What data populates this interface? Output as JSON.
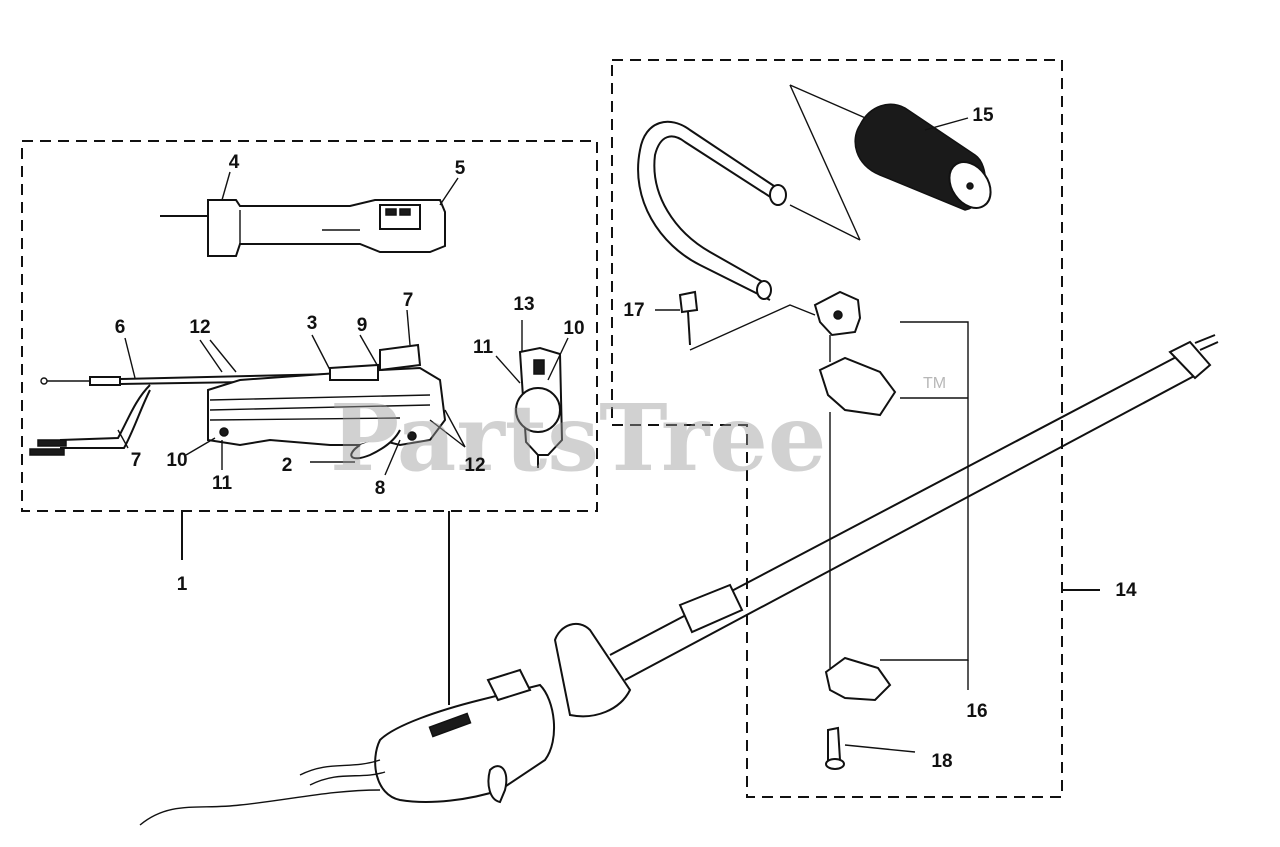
{
  "callouts": {
    "c1": "1",
    "c2": "2",
    "c3": "3",
    "c4": "4",
    "c5": "5",
    "c6": "6",
    "c7a": "7",
    "c7b": "7",
    "c8": "8",
    "c9": "9",
    "c10a": "10",
    "c10b": "10",
    "c11a": "11",
    "c11b": "11",
    "c12a": "12",
    "c12b": "12",
    "c13": "13",
    "c14": "14",
    "c15": "15",
    "c16": "16",
    "c17": "17",
    "c18": "18"
  },
  "watermark": {
    "text": "PartsTree",
    "trademark": "TM"
  }
}
